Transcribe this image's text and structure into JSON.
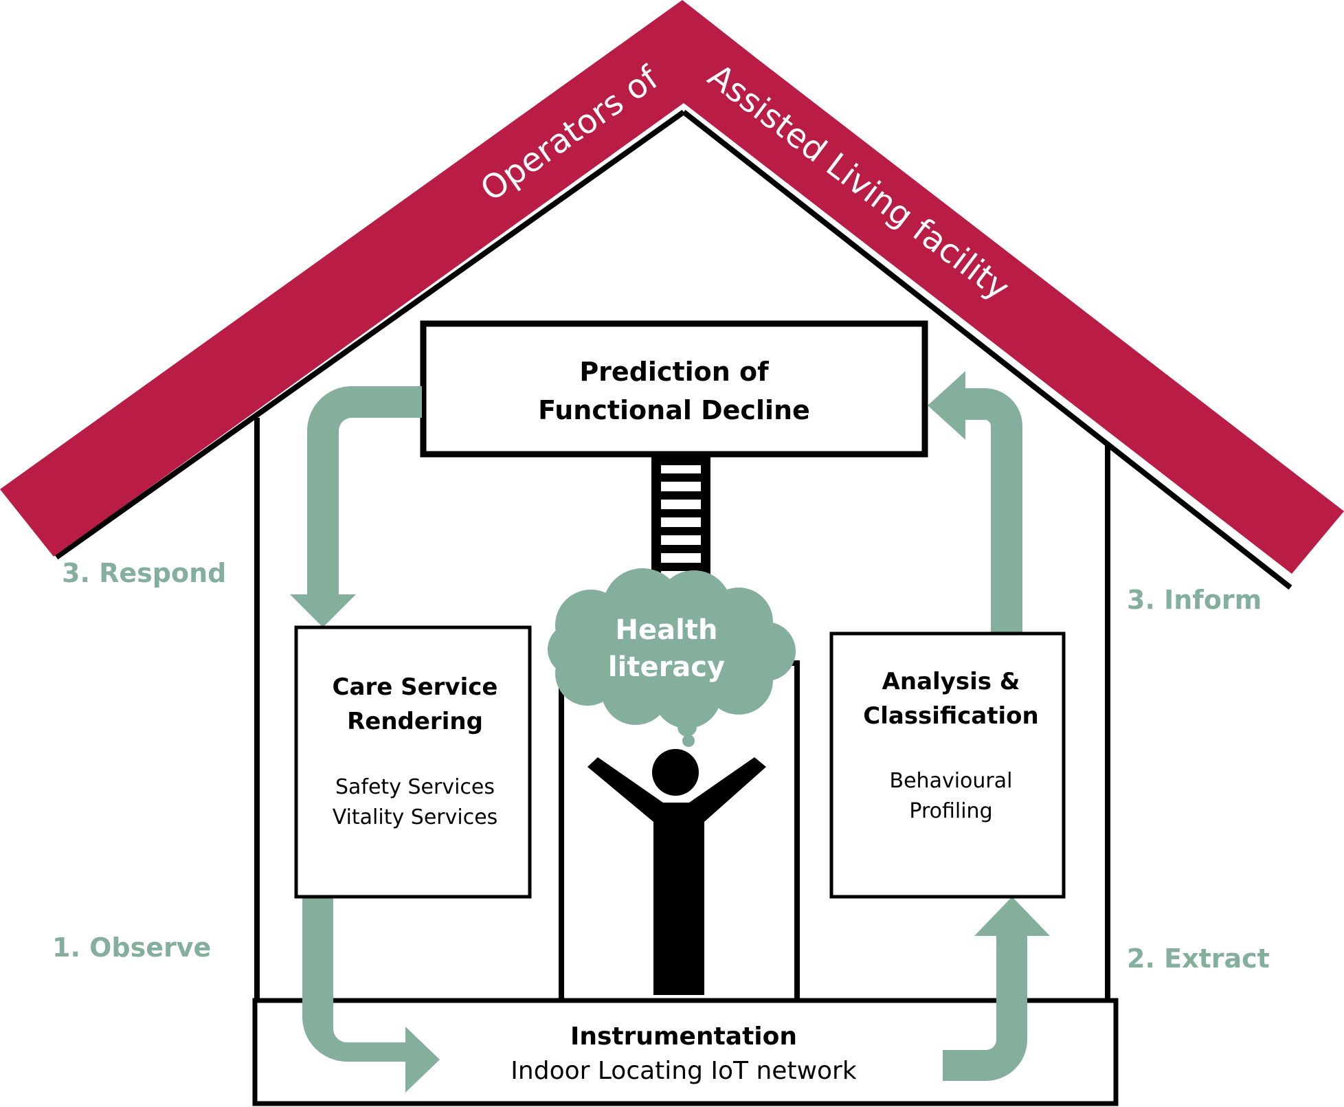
{
  "roof": {
    "left_text": "Operators of",
    "right_text": "Assisted Living facility"
  },
  "top_box": {
    "line1": "Prediction of",
    "line2": "Functional Decline"
  },
  "left_box": {
    "title1": "Care Service",
    "title2": "Rendering",
    "item1": "Safety Services",
    "item2": "Vitality Services"
  },
  "right_box": {
    "title1": "Analysis &",
    "title2": "Classification",
    "item1": "Behavioural",
    "item2": "Profiling"
  },
  "cloud": {
    "line1": "Health",
    "line2": "literacy"
  },
  "bottom_box": {
    "title": "Instrumentation",
    "subtitle": "Indoor Locating IoT network"
  },
  "steps": {
    "respond": "3. Respond",
    "inform": "3. Inform",
    "observe": "1. Observe",
    "extract": "2. Extract"
  },
  "colors": {
    "roof": "#b91c44",
    "arrow": "#84af9c",
    "outline": "#000000"
  }
}
